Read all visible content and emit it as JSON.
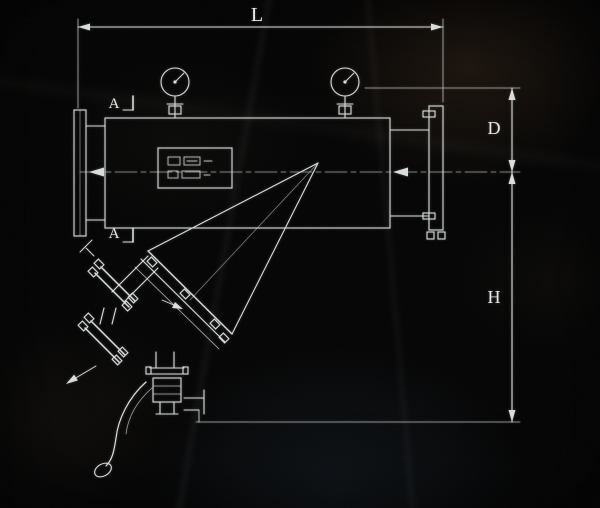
{
  "colors": {
    "background": "#050505",
    "line": "#d8dcda",
    "label": "#e4e8e6"
  },
  "drawing": {
    "labels": {
      "length": "L",
      "diameter": "D",
      "height": "H",
      "section_top": "A",
      "section_bottom": "A"
    }
  }
}
